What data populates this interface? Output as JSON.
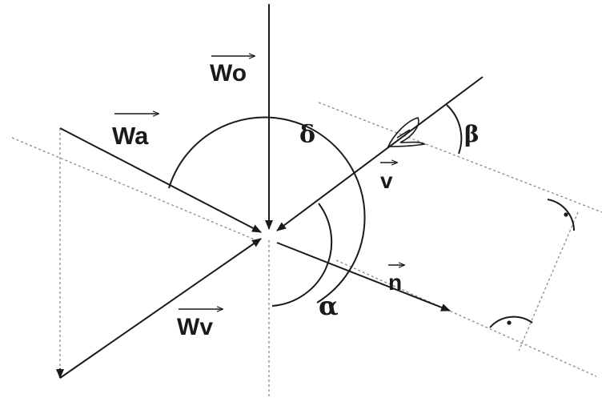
{
  "labels": {
    "wo": "Wo",
    "wa": "Wa",
    "wv": "Wv",
    "v": "v",
    "n": "n",
    "delta": "δ",
    "beta": "β",
    "alpha": "α"
  },
  "colors": {
    "ink": "#1a1a1a",
    "faint": "#8a8a8a",
    "background": "#ffffff"
  }
}
